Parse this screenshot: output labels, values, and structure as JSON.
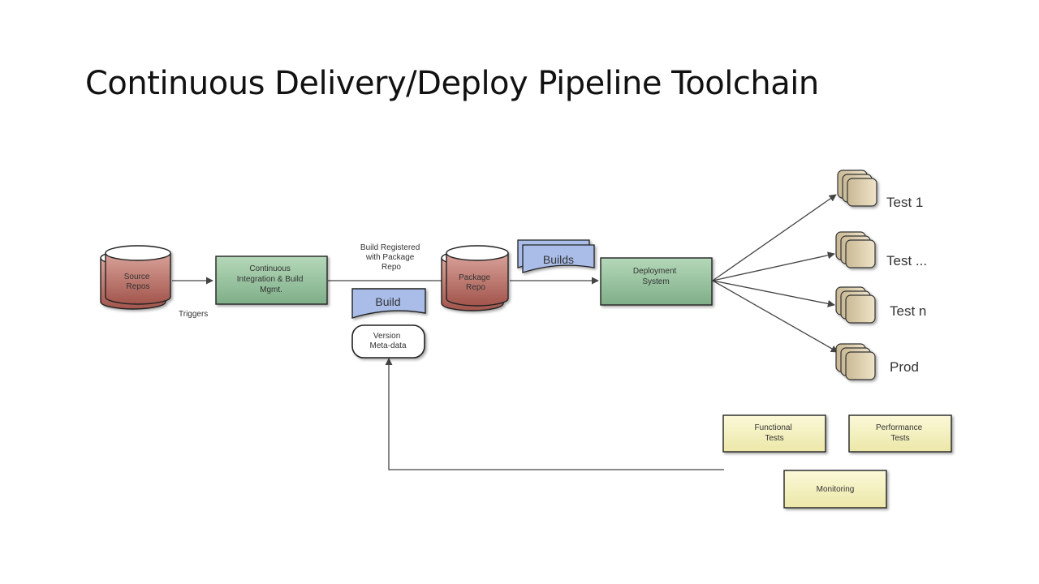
{
  "slide": {
    "title": "Continuous Delivery/Deploy Pipeline Toolchain"
  },
  "diagram": {
    "source_repos": [
      "Source",
      "Repos"
    ],
    "ci_build": [
      "Continuous",
      "Integration & Build",
      "Mgmt."
    ],
    "triggers": "Triggers",
    "build_registered": [
      "Build Registered",
      "with Package",
      "Repo"
    ],
    "build_doc": "Build",
    "version_metadata": [
      "Version",
      "Meta-data"
    ],
    "package_repo": [
      "Package",
      "Repo"
    ],
    "builds_doc": "Builds",
    "deployment_system": [
      "Deployment",
      "System"
    ],
    "environments": [
      "Test 1",
      "Test ...",
      "Test n",
      "Prod"
    ],
    "functional_tests": [
      "Functional",
      "Tests"
    ],
    "performance_tests": [
      "Performance",
      "Tests"
    ],
    "monitoring": "Monitoring"
  },
  "colors": {
    "db_fill": "#b86a62",
    "green_fill": "#8fbf98",
    "doc_fill": "#a9bde8",
    "yellow_fill": "#f6f3c0",
    "server_fill": "#e6d8b8"
  }
}
